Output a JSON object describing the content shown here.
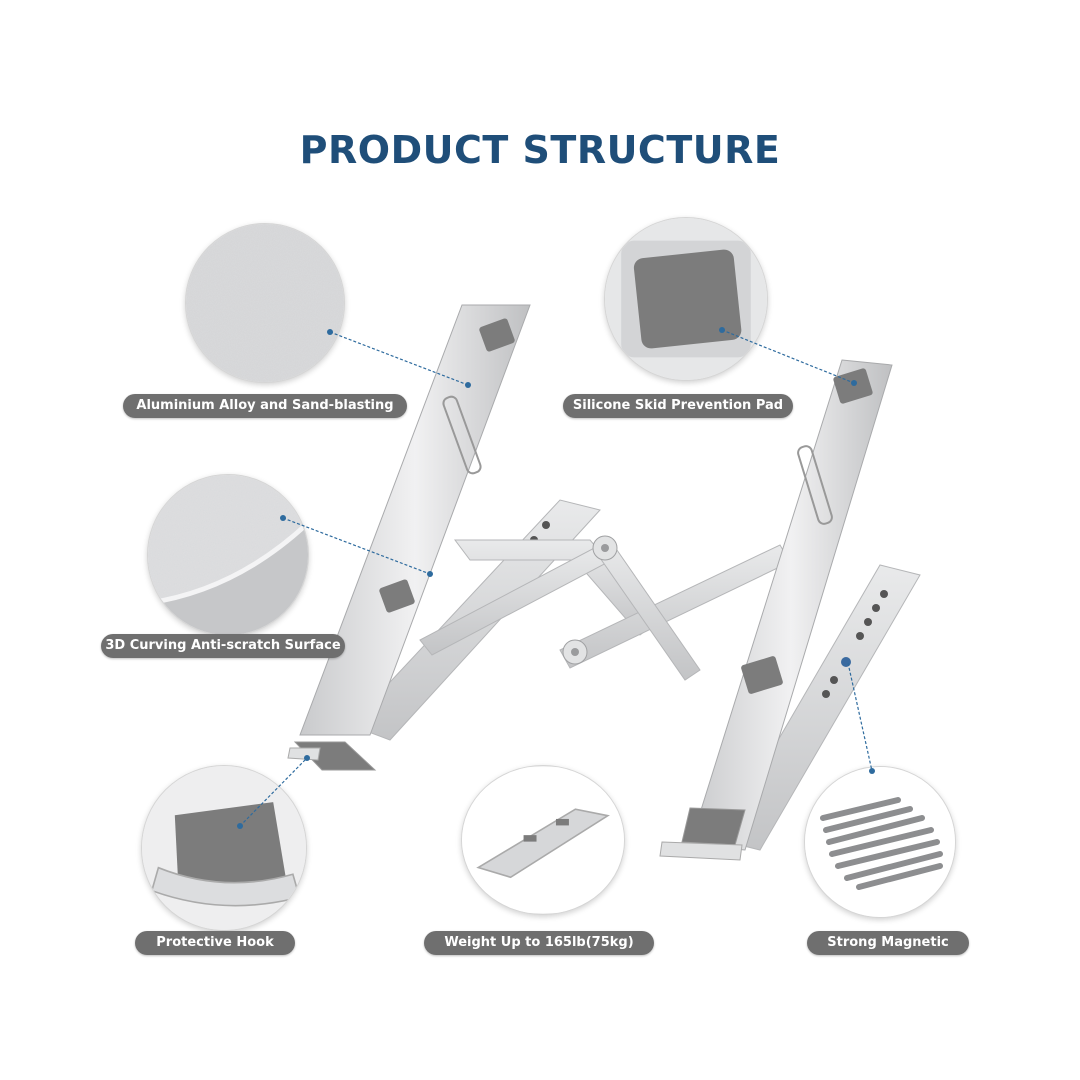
{
  "page": {
    "title": "PRODUCT STRUCTURE"
  },
  "labels": {
    "aluminium": "Aluminium Alloy and Sand-blasting",
    "silicone": "Silicone Skid Prevention Pad",
    "curving": "3D Curving Anti-scratch Surface",
    "hook": "Protective Hook",
    "weight": "Weight Up to 165lb(75kg)",
    "magnetic": "Strong Magnetic"
  },
  "colors": {
    "title": "#1f4e79",
    "pill": "#6f6f6f",
    "leader": "#2e6b9e",
    "aluminium": "#d9dadc",
    "pad": "#7c7c7c"
  }
}
